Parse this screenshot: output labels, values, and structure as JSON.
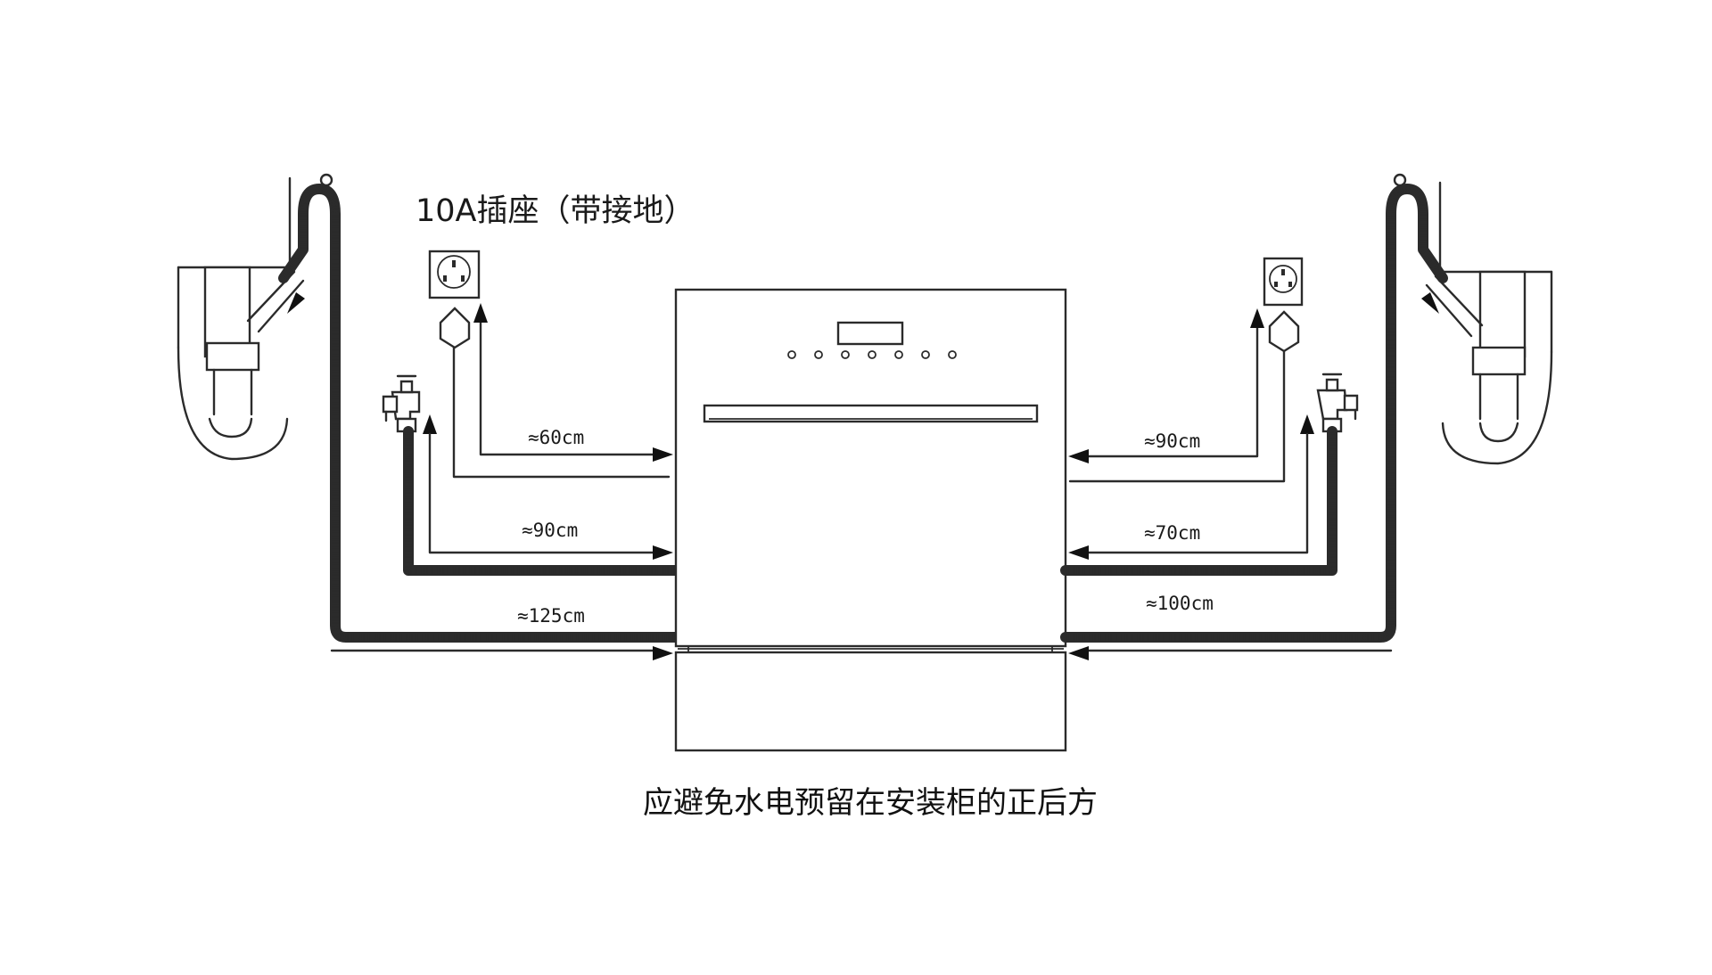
{
  "socket_label": "10A插座（带接地）",
  "caption": "应避免水电预留在安装柜的正后方",
  "dimensions": {
    "left_power": "≈60cm",
    "left_water": "≈90cm",
    "left_drain": "≈125cm",
    "right_power": "≈90cm",
    "right_water": "≈70cm",
    "right_drain": "≈100cm"
  }
}
